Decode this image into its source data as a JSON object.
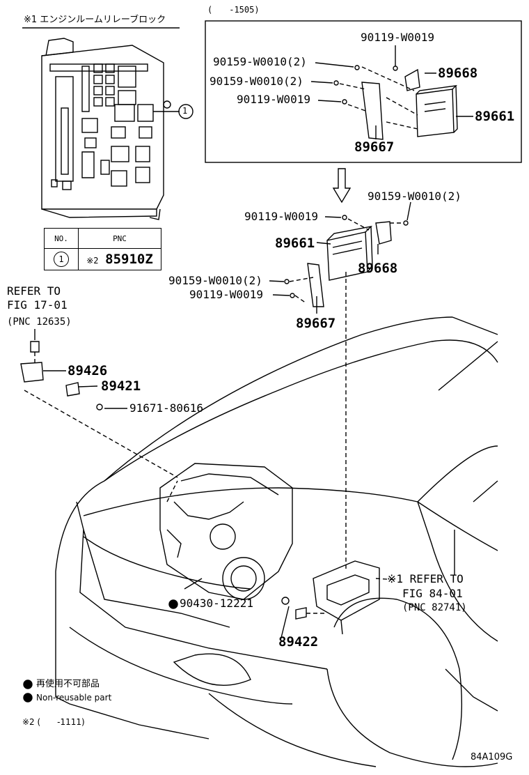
{
  "note1_title": "※1 エンジンルームリレーブロック",
  "box_range": "(　　-1505)",
  "box_labels": {
    "bolt_top": "90119-W0019",
    "nut_a": "90159-W0010(2)",
    "nut_b": "90159-W0010(2)",
    "bolt_b": "90119-W0019",
    "bracket_r": "89668",
    "ecu": "89661",
    "bracket_l": "89667"
  },
  "main_labels": {
    "nut_tr": "90159-W0010(2)",
    "bolt_t": "90119-W0019",
    "ecu": "89661",
    "bracket_r": "89668",
    "nut_l": "90159-W0010(2)",
    "bolt_l": "90119-W0019",
    "bracket_l": "89667",
    "sensor_bracket": "89426",
    "sensor": "89421",
    "sensor_bolt": "91671-80616",
    "gasket": "90430-12221",
    "switch": "89422"
  },
  "refer1": {
    "line1": "REFER TO",
    "line2": "FIG 17-01",
    "line3": "(PNC 12635)"
  },
  "refer2": {
    "line1": "※1 REFER TO",
    "line2": "FIG 84-01",
    "line3": "(PNC 82741)"
  },
  "table": {
    "header_no": "NO.",
    "header_pnc": "PNC",
    "row_no": "1",
    "row_pnc_prefix": "※2",
    "row_pnc": "85910Z"
  },
  "callout_one": "1",
  "legend": {
    "line1": "再使用不可部品",
    "line2": "Non-reusable part"
  },
  "note2": "※2 (　　-1111)",
  "figure_code": "84A109G"
}
